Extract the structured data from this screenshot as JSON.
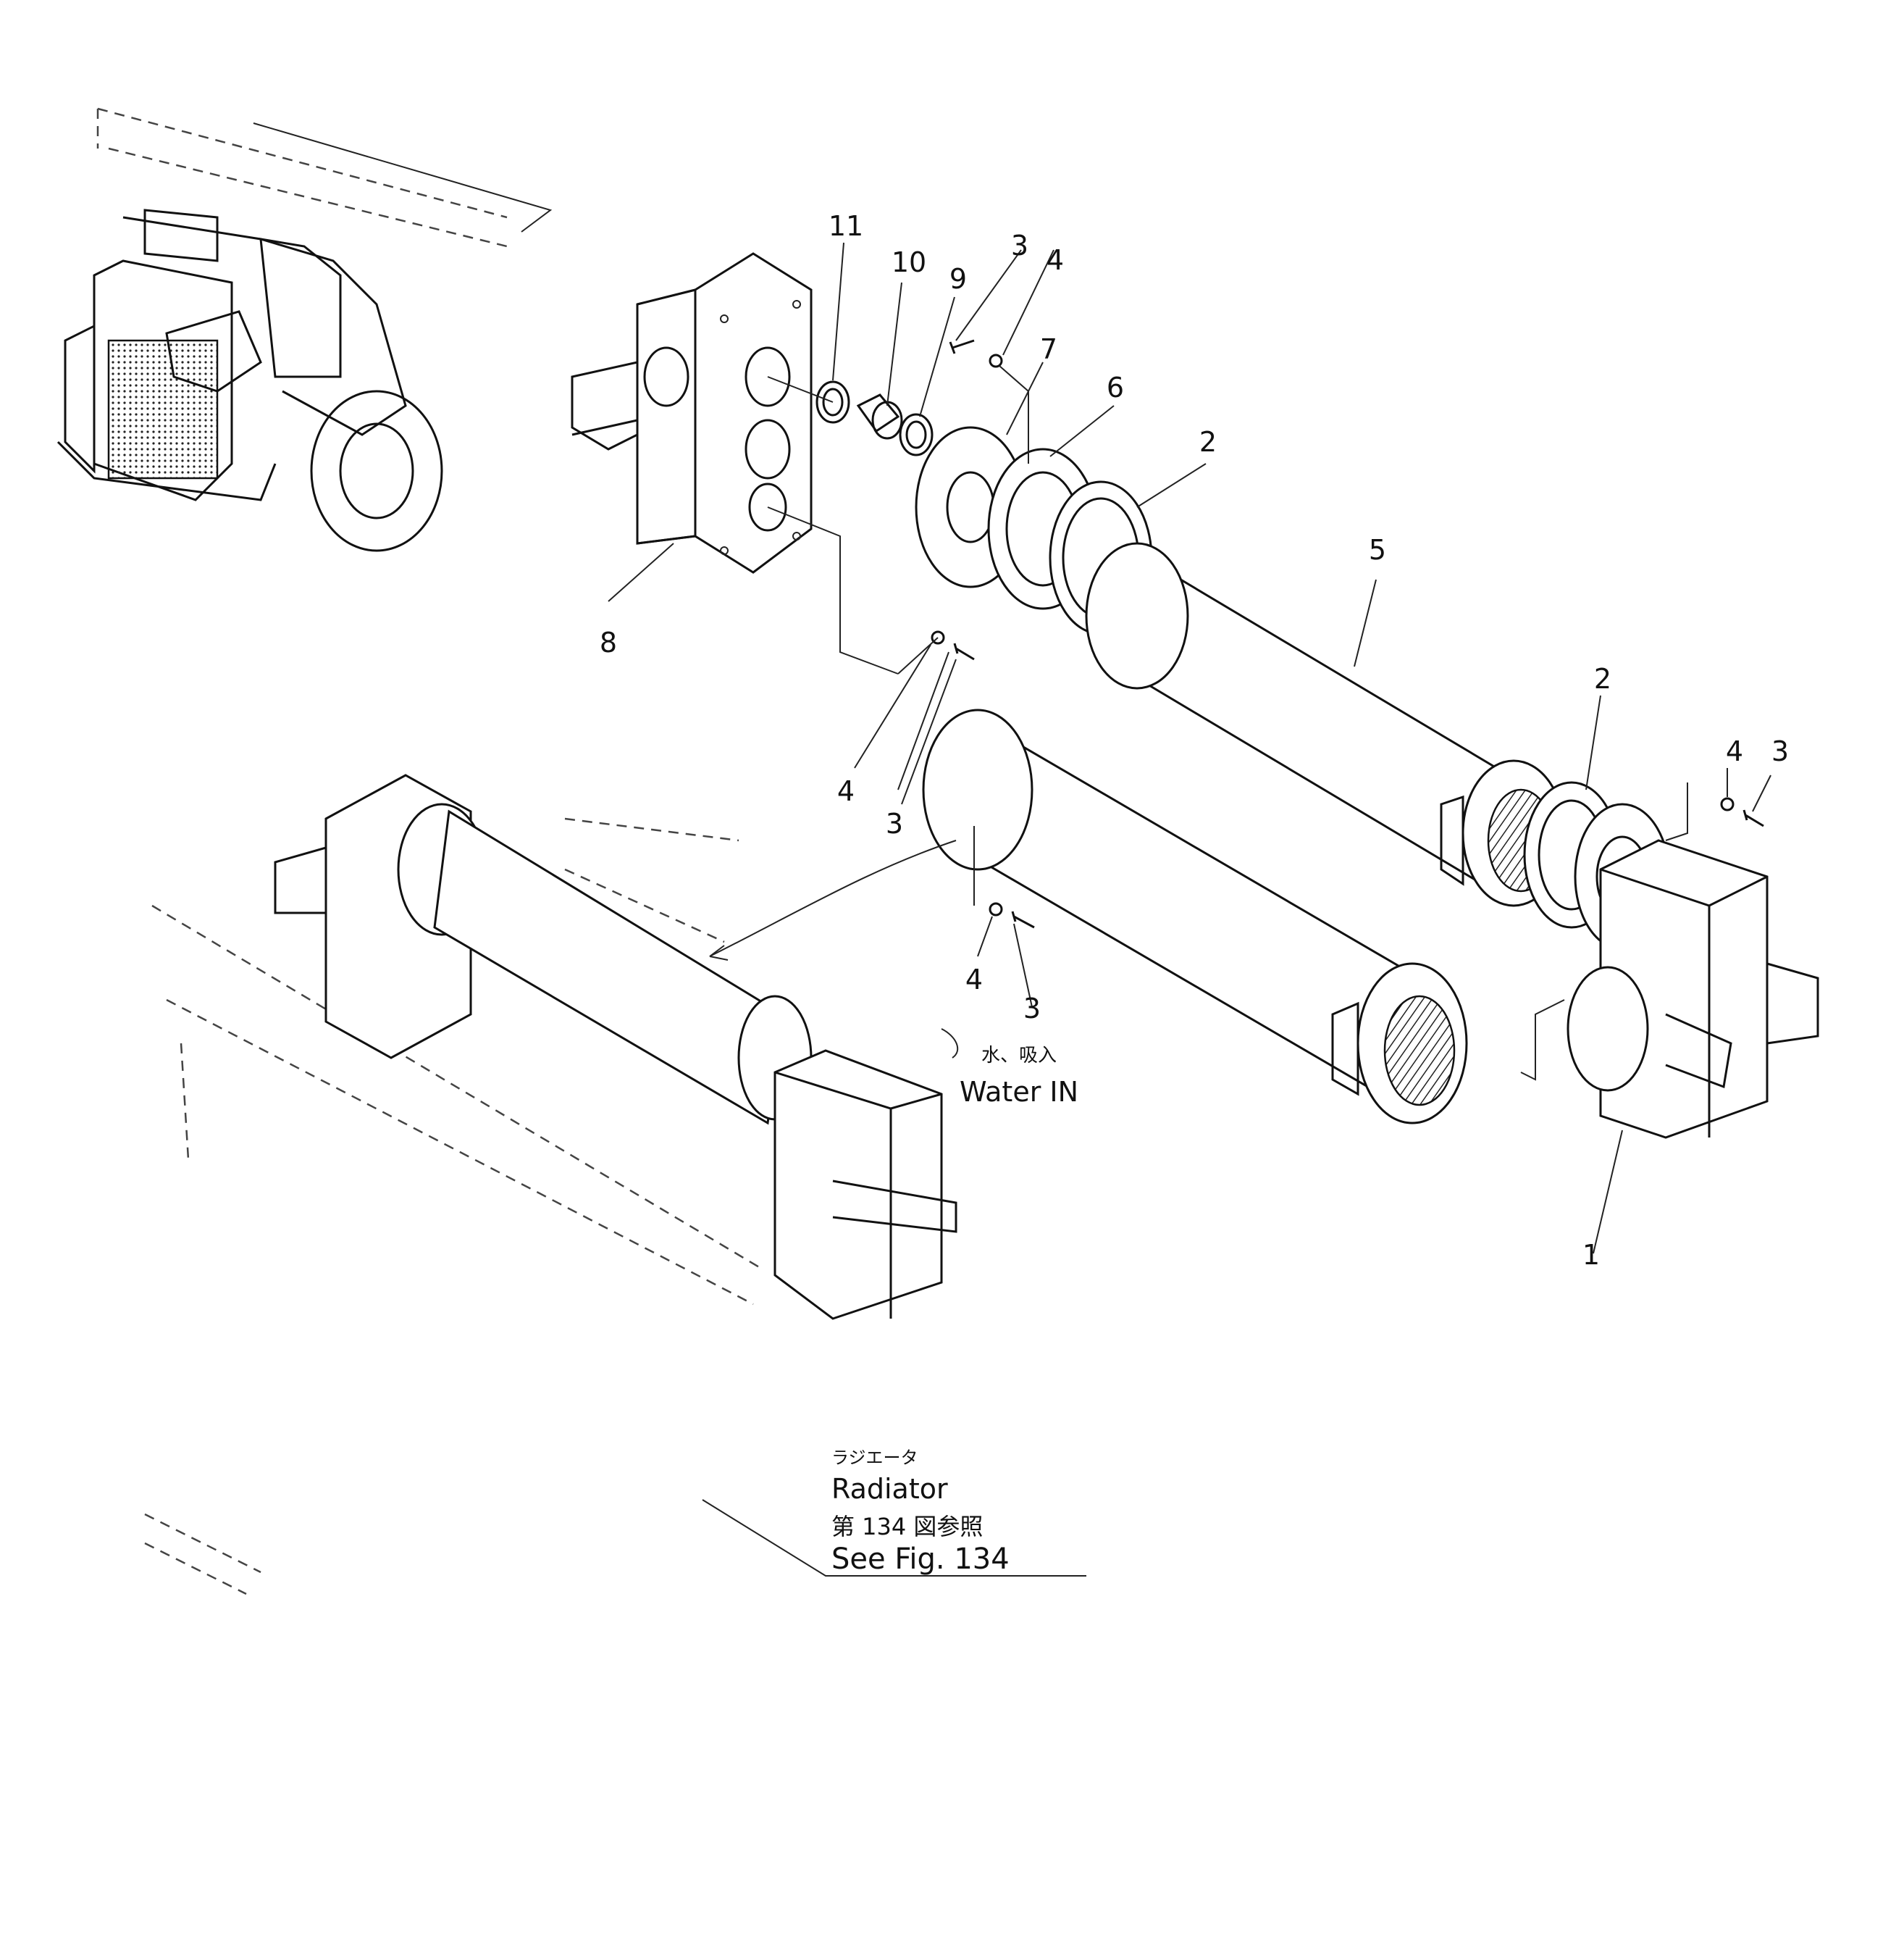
{
  "diagram": {
    "part_numbers": {
      "p1": "1",
      "p2": "2",
      "p3": "3",
      "p4": "4",
      "p5": "5",
      "p6": "6",
      "p7": "7",
      "p8": "8",
      "p9": "9",
      "p10": "10",
      "p11": "11"
    },
    "water_in": {
      "jp": "水、吸入",
      "en": "Water IN"
    },
    "radiator_ref": {
      "jp_title": "ラジエータ",
      "en_title": "Radiator",
      "jp_ref": "第 134 図参照",
      "en_ref": "See Fig. 134"
    }
  }
}
